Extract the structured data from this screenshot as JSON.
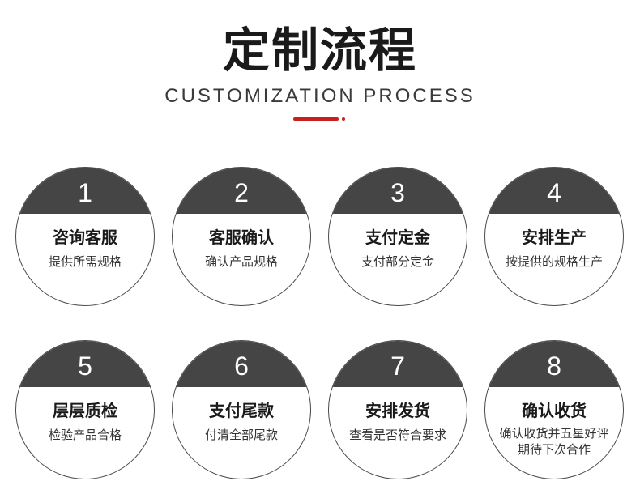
{
  "header": {
    "title": "定制流程",
    "subtitle": "CUSTOMIZATION PROCESS",
    "accent_color": "#c8201e"
  },
  "steps": [
    {
      "number": "1",
      "title": "咨询客服",
      "desc": "提供所需规格"
    },
    {
      "number": "2",
      "title": "客服确认",
      "desc": "确认产品规格"
    },
    {
      "number": "3",
      "title": "支付定金",
      "desc": "支付部分定金"
    },
    {
      "number": "4",
      "title": "安排生产",
      "desc": "按提供的规格生产"
    },
    {
      "number": "5",
      "title": "层层质检",
      "desc": "检验产品合格"
    },
    {
      "number": "6",
      "title": "支付尾款",
      "desc": "付清全部尾款"
    },
    {
      "number": "7",
      "title": "安排发货",
      "desc": "查看是否符合要求"
    },
    {
      "number": "8",
      "title": "确认收货",
      "desc": "确认收货并五星好评\n期待下次合作"
    }
  ],
  "colors": {
    "circle_top": "#454545",
    "circle_border": "#4a4a4a"
  }
}
